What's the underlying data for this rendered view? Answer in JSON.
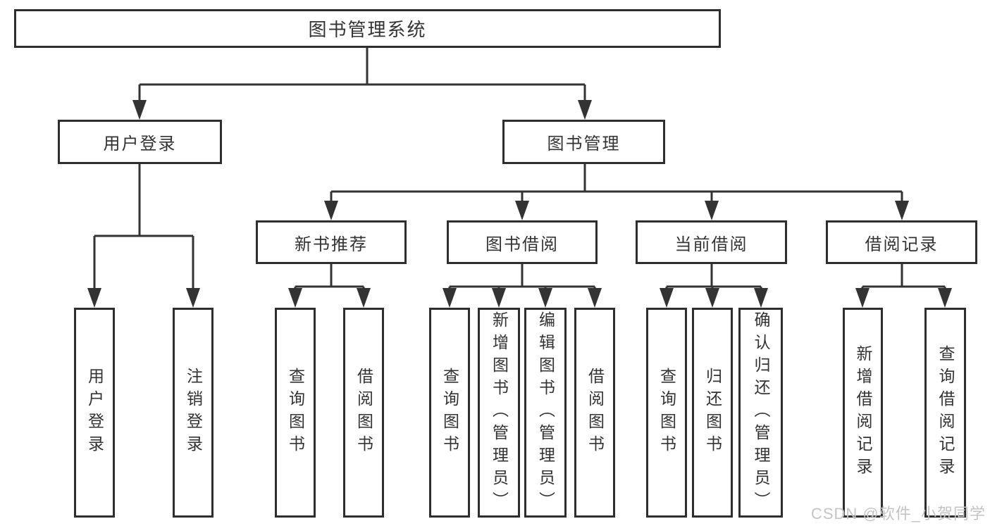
{
  "diagram": {
    "root": {
      "label": "图书管理系统"
    },
    "level1": [
      {
        "label": "用户登录"
      },
      {
        "label": "图书管理"
      }
    ],
    "level2": [
      {
        "label": "新书推荐"
      },
      {
        "label": "图书借阅"
      },
      {
        "label": "当前借阅"
      },
      {
        "label": "借阅记录"
      }
    ],
    "leaves": [
      {
        "label": "用户登录"
      },
      {
        "label": "注销登录"
      },
      {
        "label": "查询图书"
      },
      {
        "label": "借阅图书"
      },
      {
        "label": "查询图书"
      },
      {
        "label": "新增图书（管理员）"
      },
      {
        "label": "编辑图书（管理员）"
      },
      {
        "label": "借阅图书"
      },
      {
        "label": "查询图书"
      },
      {
        "label": "归还图书"
      },
      {
        "label": "确认归还（管理员）"
      },
      {
        "label": "新增借阅记录"
      },
      {
        "label": "查询借阅记录"
      }
    ]
  },
  "watermark": {
    "text": "CSDN @软件_小贺同学"
  },
  "colors": {
    "line": "#333333",
    "box_border": "#2e2e2e",
    "text": "#333333",
    "watermark": "#c4c4c4",
    "background": "#ffffff"
  }
}
